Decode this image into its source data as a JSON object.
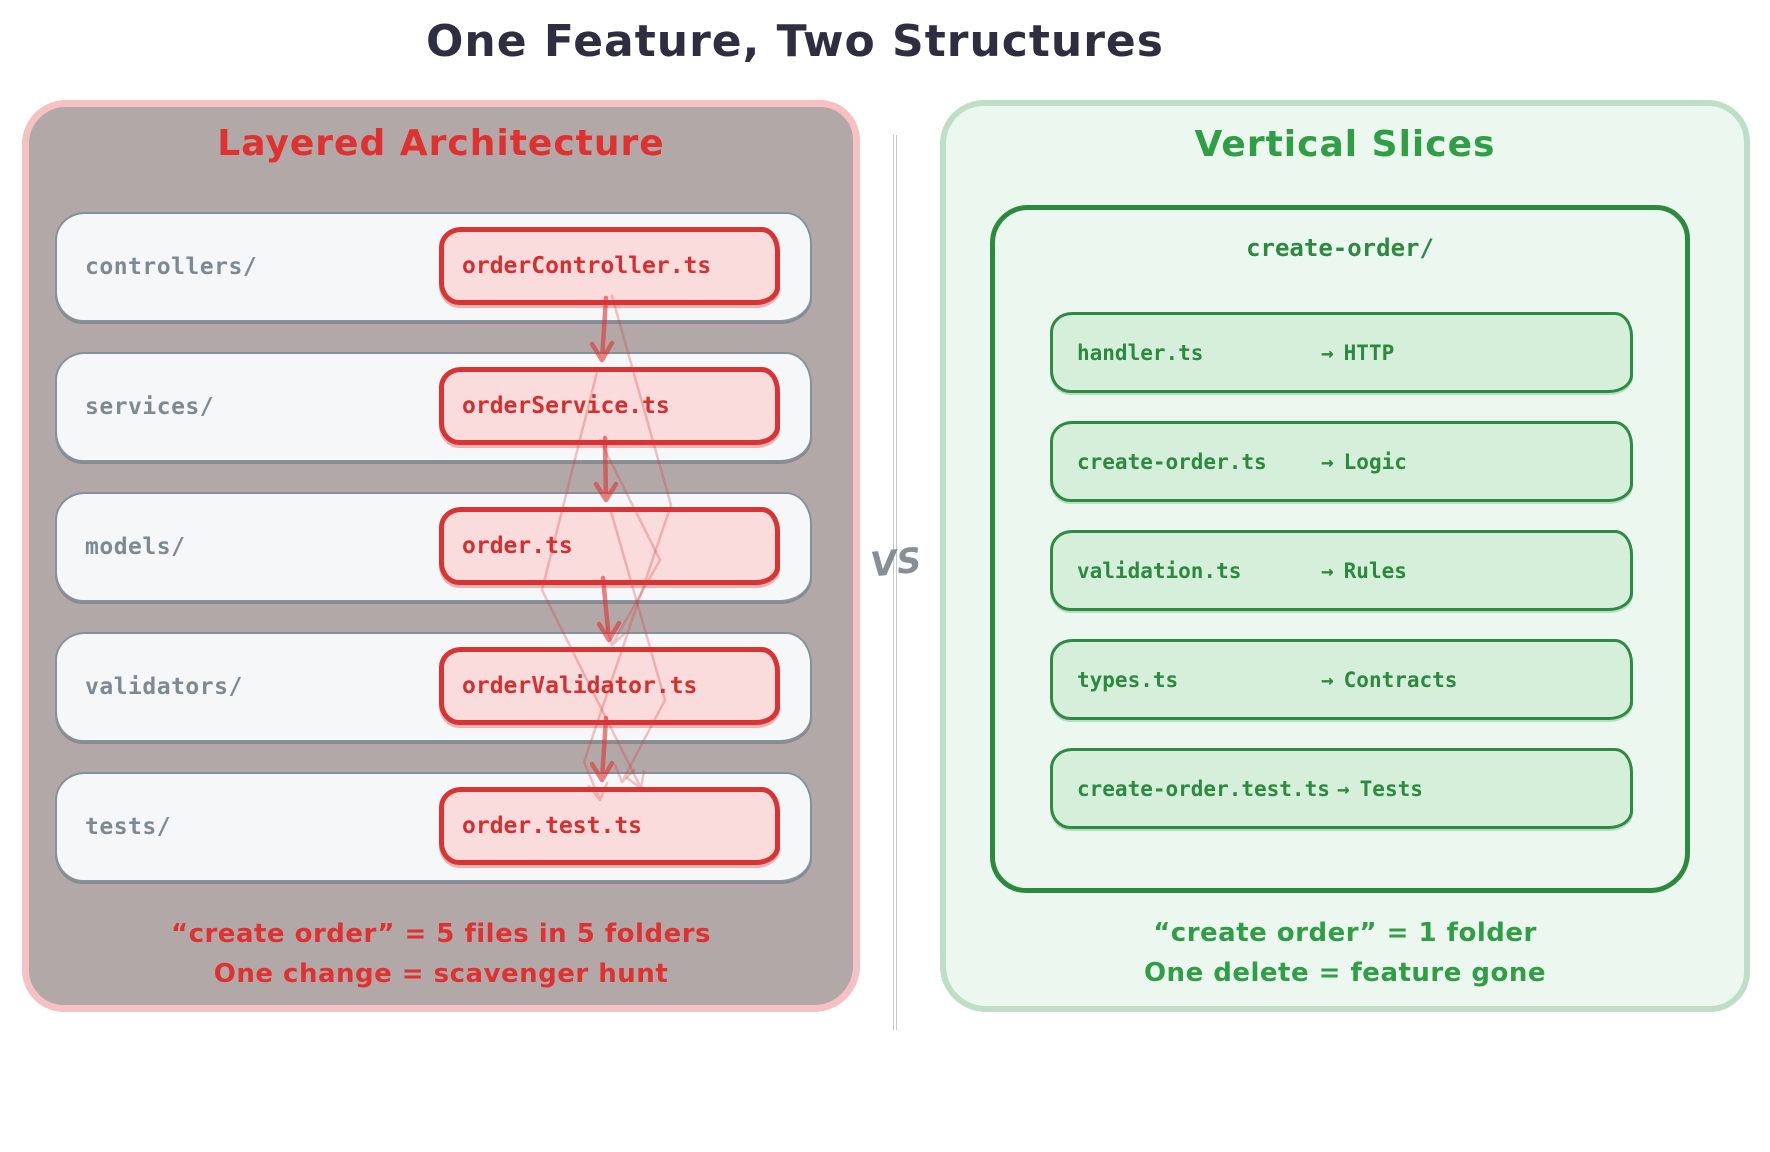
{
  "title": "One Feature, Two Structures",
  "left_panel": {
    "title": "Layered Architecture",
    "rows": [
      {
        "folder": "controllers/",
        "file": "orderController.ts"
      },
      {
        "folder": "services/",
        "file": "orderService.ts"
      },
      {
        "folder": "models/",
        "file": "order.ts"
      },
      {
        "folder": "validators/",
        "file": "orderValidator.ts"
      },
      {
        "folder": "tests/",
        "file": "order.test.ts"
      }
    ],
    "caption_line1": "“create order” = 5 files in 5 folders",
    "caption_line2": "One change = scavenger hunt"
  },
  "divider": {
    "label": "VS"
  },
  "right_panel": {
    "title": "Vertical Slices",
    "folder_title": "create-order/",
    "rows": [
      {
        "file": "handler.ts",
        "arrow": "→",
        "role": "HTTP"
      },
      {
        "file": "create-order.ts",
        "arrow": "→",
        "role": "Logic"
      },
      {
        "file": "validation.ts",
        "arrow": "→",
        "role": "Rules"
      },
      {
        "file": "types.ts",
        "arrow": "→",
        "role": "Contracts"
      },
      {
        "file": "create-order.test.ts",
        "arrow": "→",
        "role": "Tests"
      }
    ],
    "caption_line1": "“create order” = 1 folder",
    "caption_line2": "One delete = feature gone"
  },
  "colors": {
    "title_ink": "#2f2e41",
    "red_accent": "#e03131",
    "pill_fill": "#fbdcdc",
    "left_panel_bg": "#b3a8a8",
    "left_panel_border": "#f6c1c3",
    "row_bg": "#f5f7f9",
    "row_border": "#86929b",
    "green_accent": "#2b8a3e",
    "green_title": "#2f9e44",
    "green_row_fill": "#d6efdb",
    "right_panel_bg": "#ecf7ef",
    "right_panel_border": "#bedec5",
    "divider_gray": "#9aa1a8"
  }
}
